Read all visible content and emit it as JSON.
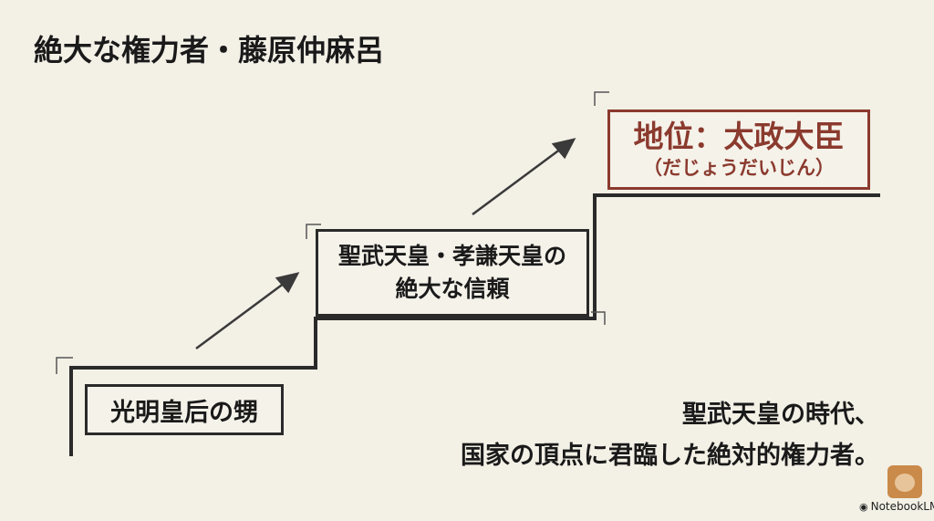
{
  "title": "絶大な権力者・藤原仲麻呂",
  "steps": [
    {
      "lines": [
        "光明皇后の甥"
      ]
    },
    {
      "lines": [
        "聖武天皇・孝謙天皇の",
        "絶大な信頼"
      ]
    },
    {
      "lines": [
        "地位：太政大臣",
        "（だじょうだいじん）"
      ]
    }
  ],
  "caption": {
    "line1": "聖武天皇の時代、",
    "line2": "国家の頂点に君臨した絶対的権力者。"
  },
  "brand": {
    "label": "NotebookLM",
    "icon": "notebooklm-icon"
  },
  "colors": {
    "accent": "#8b3a2e",
    "line": "#2a2a2a",
    "background": "#f3f0e6"
  }
}
